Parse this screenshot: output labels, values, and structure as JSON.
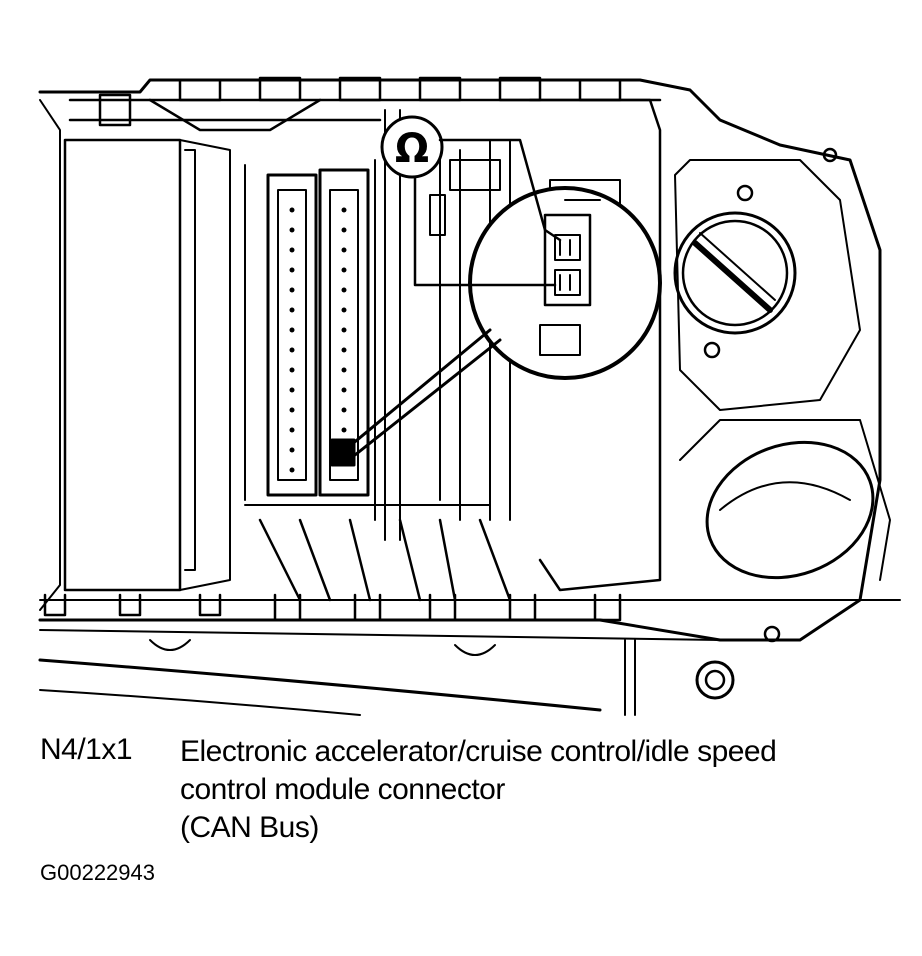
{
  "diagram": {
    "ohm_symbol": "Ω",
    "icons": [
      "ohmmeter-symbol-icon"
    ]
  },
  "legend": {
    "code": "N4/1x1",
    "description_lines": [
      "Electronic accelerator/cruise control/idle speed",
      "control module connector",
      "(CAN Bus)"
    ]
  },
  "figure_id": "G00222943"
}
